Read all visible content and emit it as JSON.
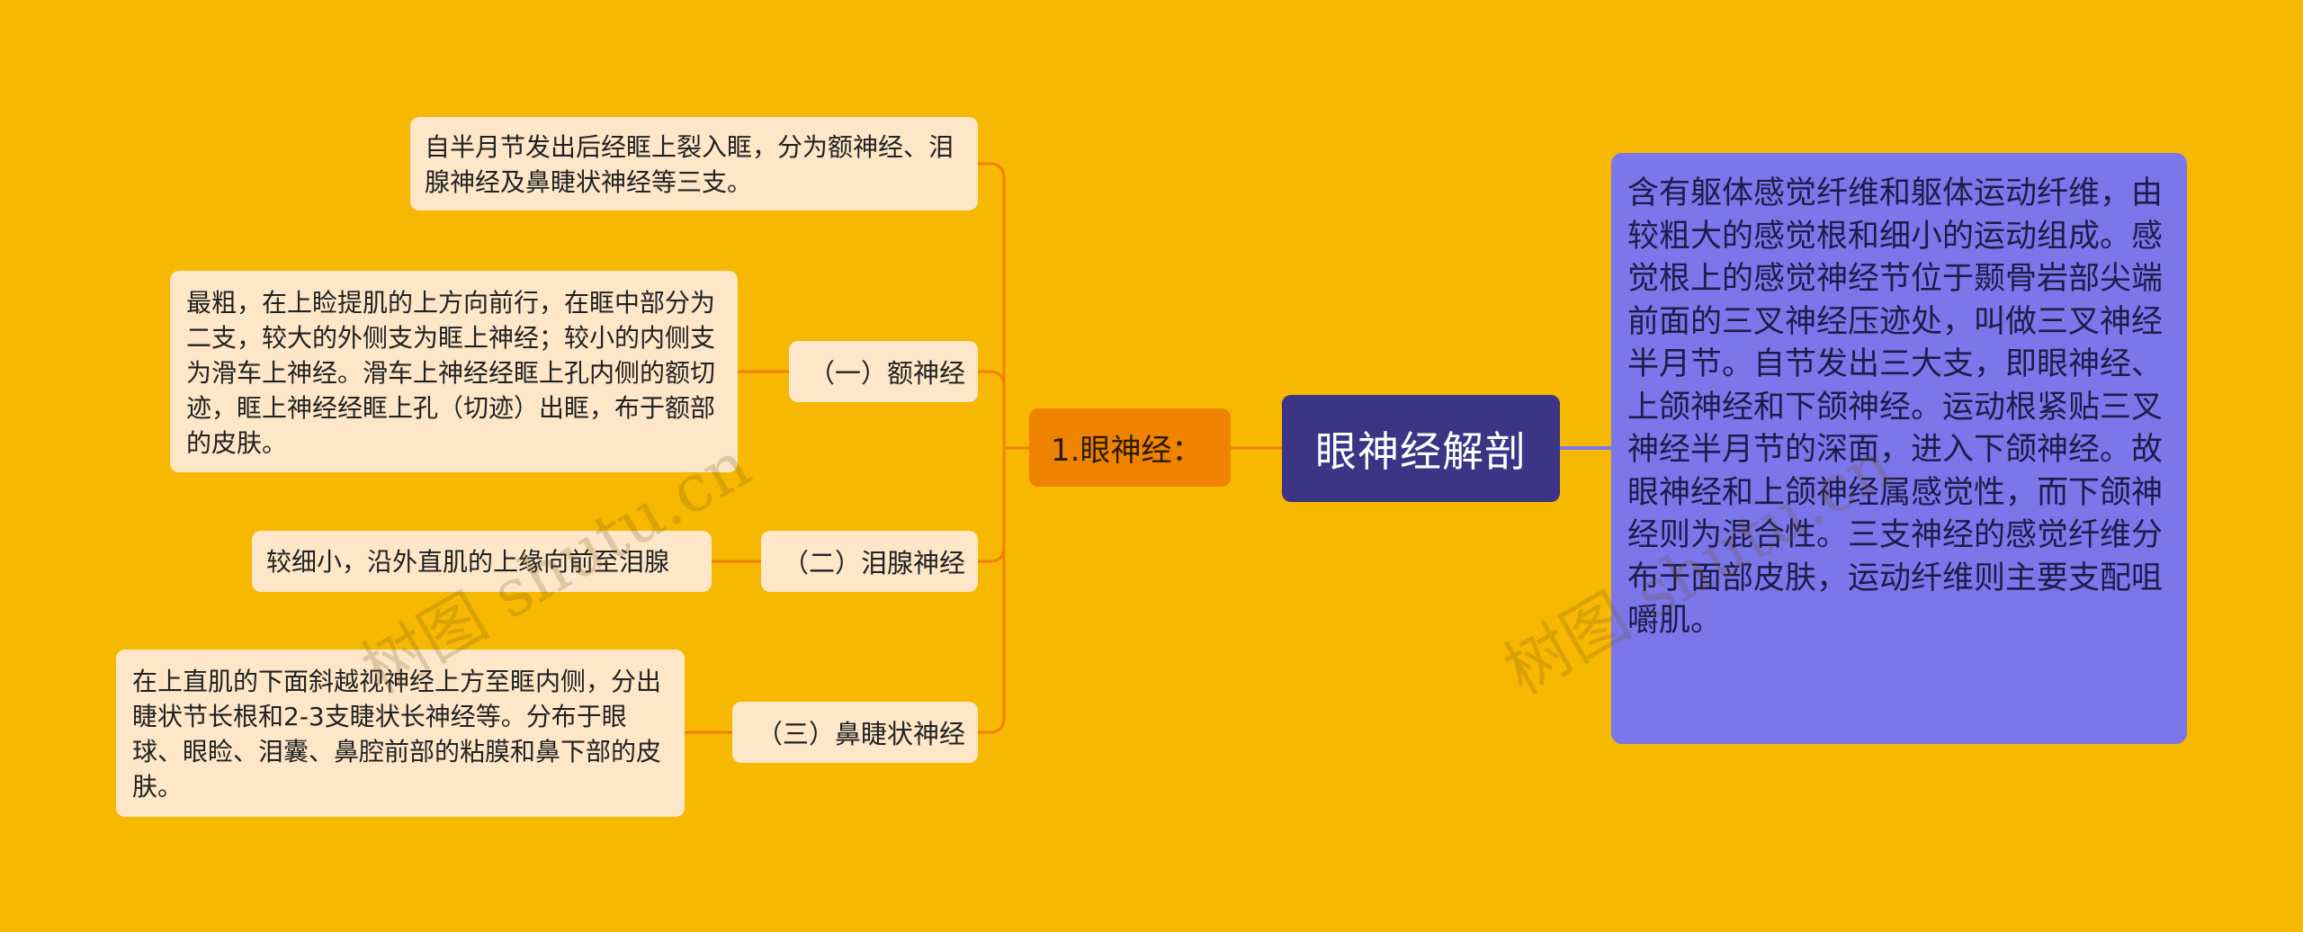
{
  "root": {
    "label": "眼神经解剖"
  },
  "branch": {
    "label": "1.眼神经："
  },
  "description": "含有躯体感觉纤维和躯体运动纤维，由较粗大的感觉根和细小的运动组成。感觉根上的感觉神经节位于颞骨岩部尖端前面的三叉神经压迹处，叫做三叉神经半月节。自节发出三大支，即眼神经、上颌神经和下颌神经。运动根紧贴三叉神经半月节的深面，进入下颌神经。故眼神经和上颌神经属感觉性，而下颌神经则为混合性。三支神经的感觉纤维分布于面部皮肤，运动纤维则主要支配咀嚼肌。",
  "branch_intro": "自半月节发出后经眶上裂入眶，分为额神经、泪腺神经及鼻睫状神经等三支。",
  "subs": [
    {
      "label": "（一）额神经",
      "detail": "最粗，在上睑提肌的上方向前行，在眶中部分为二支，较大的外侧支为眶上神经；较小的内侧支为滑车上神经。滑车上神经经眶上孔内侧的额切迹，眶上神经经眶上孔（切迹）出眶，布于额部的皮肤。"
    },
    {
      "label": "（二）泪腺神经",
      "detail": "较细小，沿外直肌的上缘向前至泪腺"
    },
    {
      "label": "（三）鼻睫状神经",
      "detail": "在上直肌的下面斜越视神经上方至眶内侧，分出睫状节长根和2-3支睫状长神经等。分布于眼球、眼睑、泪囊、鼻腔前部的粘膜和鼻下部的皮肤。"
    }
  ],
  "watermarks": [
    "树图 shutu.cn",
    "树图 shutu.cn"
  ],
  "colors": {
    "background": "#f6b800",
    "root": "#3c3485",
    "branch": "#ef8200",
    "description": "#7b76ea",
    "leaf": "#fde7c8",
    "connector_orange": "#ef8200",
    "connector_purple": "#7b76ea"
  }
}
